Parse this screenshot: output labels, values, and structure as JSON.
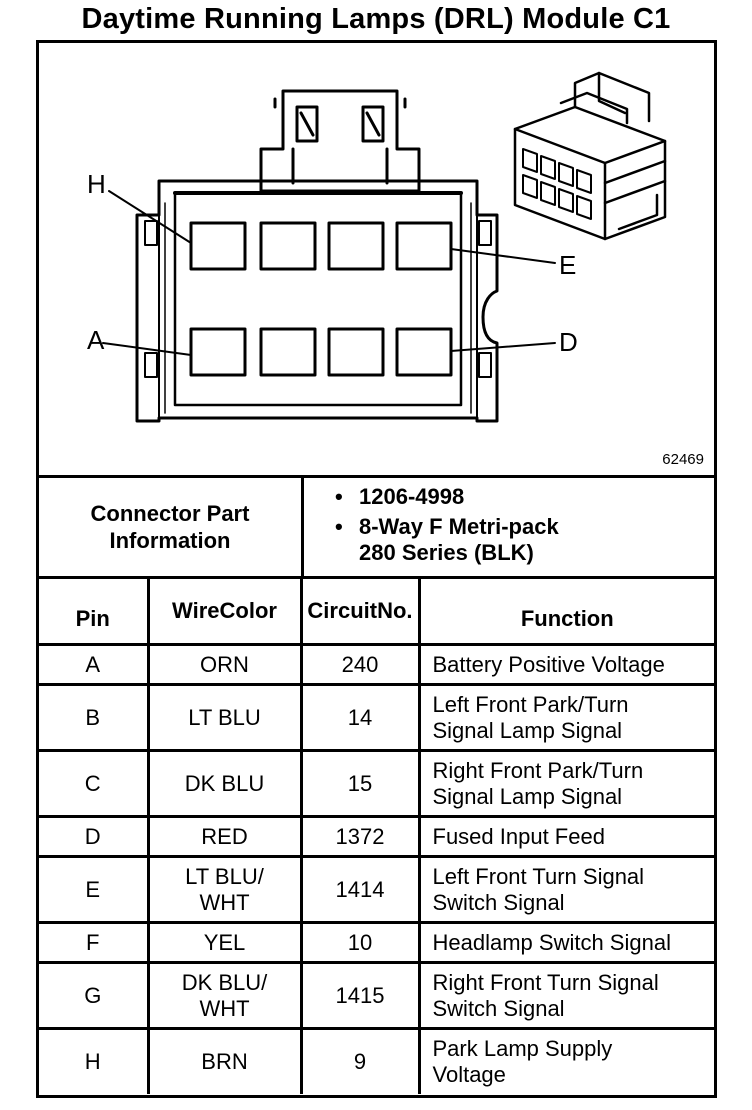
{
  "title": "Daytime Running Lamps (DRL) Module C1",
  "figure_number": "62469",
  "pin_callouts": {
    "H": "H",
    "E": "E",
    "A": "A",
    "D": "D"
  },
  "part_info": {
    "heading": [
      "Connector Part",
      "Information"
    ],
    "bullets": [
      {
        "lines": [
          "1206-4998"
        ]
      },
      {
        "lines": [
          "8-Way F Metri-pack",
          "280 Series (BLK)"
        ]
      }
    ]
  },
  "table": {
    "headers": {
      "pin": [
        "Pin"
      ],
      "wire_color": [
        "Wire",
        "Color"
      ],
      "circuit_no": [
        "Circuit",
        "No."
      ],
      "function": [
        "Function"
      ]
    },
    "rows": [
      {
        "pin": "A",
        "wire_color": [
          "ORN"
        ],
        "circuit": "240",
        "function": [
          "Battery Positive Voltage"
        ]
      },
      {
        "pin": "B",
        "wire_color": [
          "LT BLU"
        ],
        "circuit": "14",
        "function": [
          "Left Front Park/Turn",
          "Signal Lamp Signal"
        ]
      },
      {
        "pin": "C",
        "wire_color": [
          "DK BLU"
        ],
        "circuit": "15",
        "function": [
          "Right Front Park/Turn",
          "Signal Lamp Signal"
        ]
      },
      {
        "pin": "D",
        "wire_color": [
          "RED"
        ],
        "circuit": "1372",
        "function": [
          "Fused Input Feed"
        ]
      },
      {
        "pin": "E",
        "wire_color": [
          "LT BLU/",
          "WHT"
        ],
        "circuit": "1414",
        "function": [
          "Left Front Turn Signal",
          "Switch Signal"
        ]
      },
      {
        "pin": "F",
        "wire_color": [
          "YEL"
        ],
        "circuit": "10",
        "function": [
          "Headlamp Switch Signal"
        ]
      },
      {
        "pin": "G",
        "wire_color": [
          "DK BLU/",
          "WHT"
        ],
        "circuit": "1415",
        "function": [
          "Right Front Turn Signal",
          "Switch Signal"
        ]
      },
      {
        "pin": "H",
        "wire_color": [
          "BRN"
        ],
        "circuit": "9",
        "function": [
          "Park Lamp Supply",
          "Voltage"
        ]
      }
    ]
  }
}
